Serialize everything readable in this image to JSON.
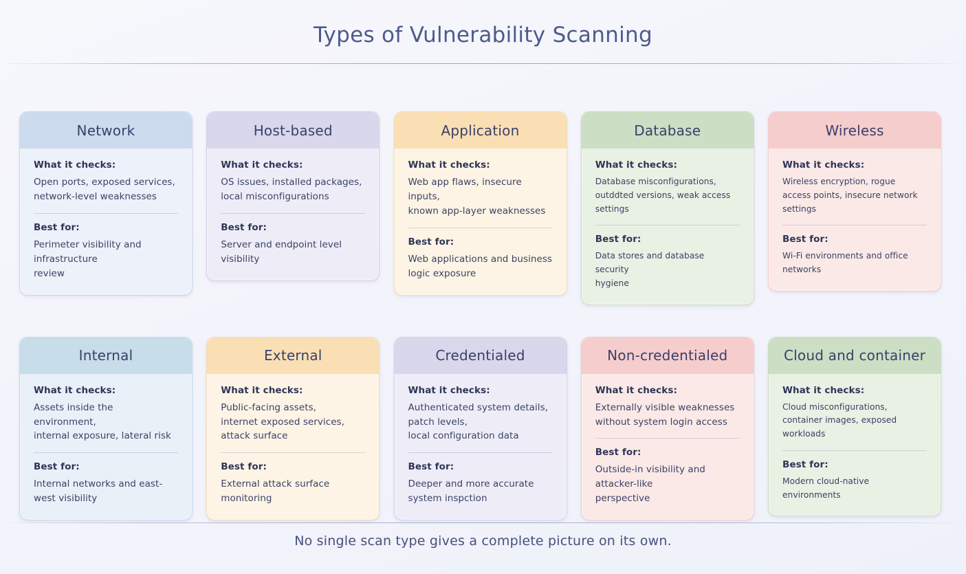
{
  "header": {
    "title": "Types of Vulnerability Scanning"
  },
  "labels": {
    "checks": "What it checks:",
    "best_for": "Best for:"
  },
  "colors": {
    "title_text": "#4c5b8a",
    "body_text": "#3a4165",
    "background": "#f4f5fb",
    "blue_header": "#ccdcee",
    "purple_header": "#d9d7ec",
    "orange_header": "#fadfb4",
    "green_header": "#ccdfc4",
    "pink_header": "#f6cdcd",
    "teal_header": "#c7dde9"
  },
  "cards": [
    {
      "title": "Network",
      "theme": "theme-blue",
      "checks": "Open ports, exposed services,\nnetwork-level weaknesses",
      "best_for": "Perimeter visibility and infrastructure\nreview",
      "tight": false
    },
    {
      "title": "Host-based",
      "theme": "theme-purple",
      "checks": "OS issues, installed packages,\nlocal misconfigurations",
      "best_for": "Server and endpoint level visibility",
      "tight": false
    },
    {
      "title": "Application",
      "theme": "theme-orange",
      "checks": "Web app flaws, insecure inputs,\nknown app-layer weaknesses",
      "best_for": "Web applications and business\nlogic exposure",
      "tight": false
    },
    {
      "title": "Database",
      "theme": "theme-green",
      "checks": "Database misconfigurations,\noutddted versions, weak access settings",
      "best_for": "Data stores and database security\nhygiene",
      "tight": true
    },
    {
      "title": "Wireless",
      "theme": "theme-pink",
      "checks": "Wireless encryption, rogue\naccess points, insecure network settings",
      "best_for": "Wi-Fi environments and office networks",
      "tight": true
    },
    {
      "title": "Internal",
      "theme": "theme-teal",
      "checks": "Assets inside the environment,\ninternal exposure, lateral risk",
      "best_for": "Internal networks and east-west visibility",
      "tight": false
    },
    {
      "title": "External",
      "theme": "theme-orange",
      "checks": "Public-facing assets,\ninternet exposed services,\nattack surface",
      "best_for": "External attack surface monitoring",
      "tight": false
    },
    {
      "title": "Credentialed",
      "theme": "theme-purple",
      "checks": "Authenticated system details,\npatch levels,\nlocal configuration data",
      "best_for": "Deeper and more accurate system inspction",
      "tight": false
    },
    {
      "title": "Non-credentialed",
      "theme": "theme-pink",
      "checks": "Externally visible weaknesses\nwithout system login access",
      "best_for": "Outside-in visibility and attacker-like\nperspective",
      "tight": false
    },
    {
      "title": "Cloud and container",
      "theme": "theme-green",
      "checks": "Cloud misconfigurations,\ncontainer images, exposed workloads",
      "best_for": "Modern cloud-native environments",
      "tight": true
    }
  ],
  "footer": {
    "note": "No single scan type gives a complete picture on its own."
  }
}
